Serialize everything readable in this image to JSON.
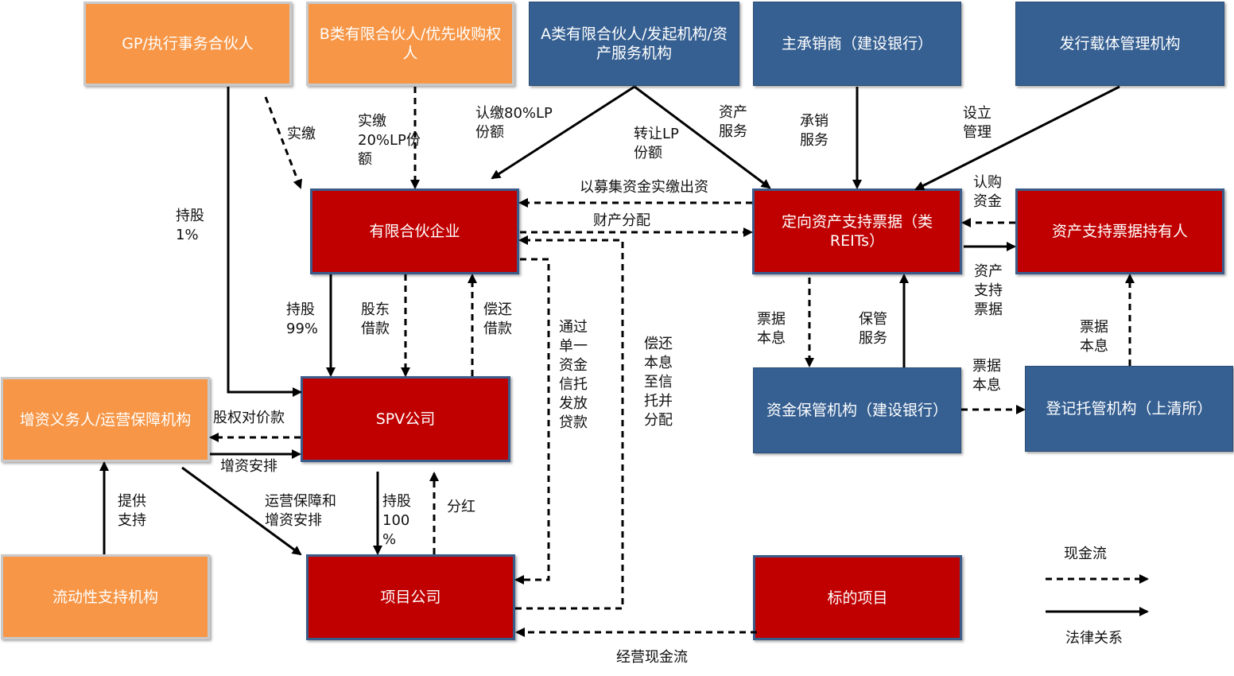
{
  "nodes": {
    "gp": "GP/执行事务合伙人",
    "b_lp": "B类有限合伙人/优先收购权人",
    "a_lp": "A类有限合伙人/发起机构/资产服务机构",
    "underwriter": "主承销商（建设银行）",
    "issuer_manager": "发行载体管理机构",
    "partnership": "有限合伙企业",
    "notes": "定向资产支持票据（类REITs）",
    "holders": "资产支持票据持有人",
    "spv": "SPV公司",
    "custodian": "资金保管机构（建设银行）",
    "registrar": "登记托管机构（上清所）",
    "guarantor": "增资义务人/运营保障机构",
    "liquidity": "流动性支持机构",
    "project_co": "项目公司",
    "target": "标的项目"
  },
  "edge_labels": {
    "paid_in": "实缴",
    "paid_in_20": "实缴\n20%LP份\n额",
    "subscribe_80": "认缴80%LP\n份额",
    "transfer_lp": "转让LP\n份额",
    "asset_service": "资产\n服务",
    "underwrite": "承销\n服务",
    "establish": "设立\n管理",
    "fund_contribution": "以募集资金实缴出资",
    "property_dist": "财产分配",
    "subscribe_funds": "认购\n资金",
    "asset_notes": "资产\n支持\n票据",
    "hold_1": "持股\n1%",
    "hold_99": "持股\n99%",
    "shareholder_loan": "股东\n借款",
    "repay_loan": "偿还\n借款",
    "trust_loan": "通过\n单一\n资金\n信托\n发放\n贷款",
    "repay_principal": "偿还\n本息\n至信\n托并\n分配",
    "note_pi_down": "票据\n本息",
    "custody": "保管\n服务",
    "note_pi_right": "票据\n本息",
    "note_pi_up": "票据\n本息",
    "equity_payment": "股权对价款",
    "capital_arrangement": "增资安排",
    "provide_support": "提供\n支持",
    "ops_guarantee": "运营保障和\n增资安排",
    "hold_100": "持股\n100\n%",
    "dividend": "分红",
    "operating_cf": "经营现金流"
  },
  "legend": {
    "cash_flow": "现金流",
    "legal_relation": "法律关系"
  },
  "colors": {
    "orange": "#f79646",
    "blue": "#366092",
    "red": "#c00000"
  }
}
